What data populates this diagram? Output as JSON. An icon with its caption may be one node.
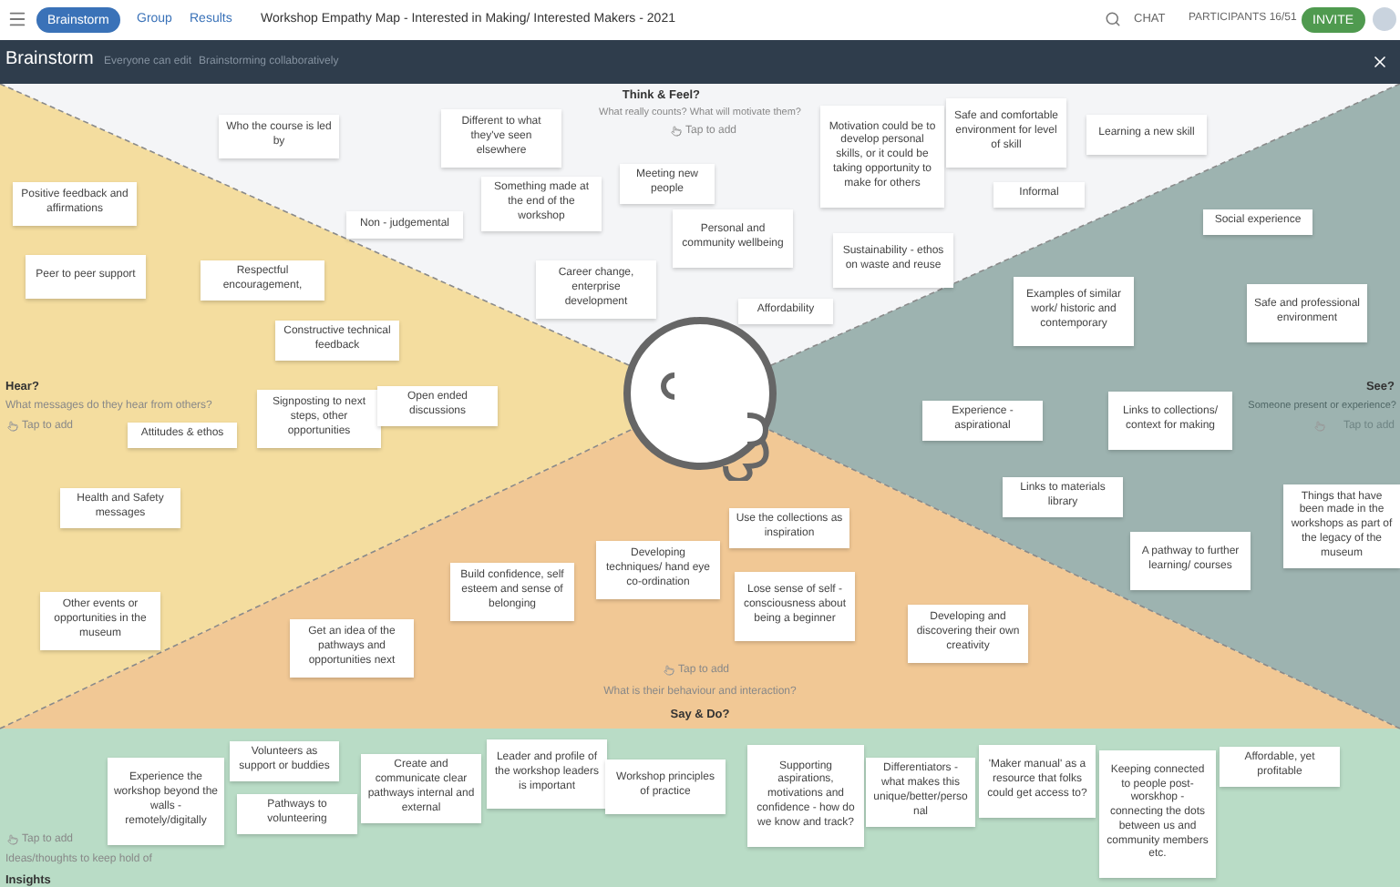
{
  "diagram": {
    "title": "Workshop Empathy Map - Interested in Making/ Interested Makers - 2021",
    "nodes": [
      {
        "text": [
          "Who the course is led by"
        ]
      },
      {
        "text": [
          "Different to what they've seen elsewhere"
        ]
      },
      {
        "text": [
          "Something made at the end of the workshop"
        ]
      },
      {
        "text": [
          "Non - judgemental"
        ]
      },
      {
        "text": [
          "Meeting new people"
        ]
      },
      {
        "text": [
          "Personal and community wellbeing"
        ]
      },
      {
        "text": [
          "Career change, enterprise development"
        ]
      },
      {
        "text": [
          "Motivation could be to develop personal skills, or it could be taking opportunity to make for others"
        ]
      },
      {
        "text": [
          "Safe and comfortable environment for level of skill"
        ]
      },
      {
        "text": [
          "Informal"
        ]
      },
      {
        "text": [
          "Learning a new skill"
        ]
      },
      {
        "text": [
          "Sustainability - ethos on waste and reuse"
        ]
      },
      {
        "text": [
          "Affordability"
        ]
      },
      {
        "text": [
          "Positive feedback and affirmations"
        ]
      },
      {
        "text": [
          "Peer to peer support"
        ]
      },
      {
        "text": [
          "Respectful encouragement,"
        ]
      },
      {
        "text": [
          "Constructive technical feedback"
        ]
      },
      {
        "text": [
          "Signposting to next steps, other opportunities"
        ]
      },
      {
        "text": [
          "Open ended discussions"
        ]
      },
      {
        "text": [
          "Attitudes & ethos"
        ]
      },
      {
        "text": [
          "Health and Safety messages"
        ]
      },
      {
        "text": [
          "Other events or opportunities in the museum"
        ]
      },
      {
        "text": [
          "Get an idea of the pathways and opportunities next"
        ]
      },
      {
        "text": [
          "Build confidence, self esteem and sense of belonging"
        ]
      },
      {
        "text": [
          "Developing techniques/ hand eye co-ordination"
        ]
      },
      {
        "text": [
          "Use the collections as inspiration"
        ]
      },
      {
        "text": [
          "Lose sense of self - consciousness about being a beginner"
        ]
      },
      {
        "text": [
          "Developing and discovering their own creativity"
        ]
      },
      {
        "text": [
          "Social experience"
        ]
      },
      {
        "text": [
          "Examples of similar work/ historic and contemporary"
        ]
      },
      {
        "text": [
          "Safe and professional environment"
        ]
      },
      {
        "text": [
          "Experience - aspirational"
        ]
      },
      {
        "text": [
          "Links to collections/ context for making"
        ]
      },
      {
        "text": [
          "Links to materials library"
        ]
      },
      {
        "text": [
          "A pathway to further learning/ courses"
        ]
      },
      {
        "text": [
          "Things that have been made in the workshops as part of the legacy of the museum"
        ]
      },
      {
        "text": [
          "Experience the workshop beyond the walls - remotely/digitally"
        ]
      },
      {
        "text": [
          "Volunteers as support or buddies"
        ]
      },
      {
        "text": [
          "Pathways to volunteering"
        ]
      },
      {
        "text": [
          "Create and communicate clear pathways internal and external"
        ]
      },
      {
        "text": [
          "Leader and profile of the workshop leaders is important"
        ]
      },
      {
        "text": [
          "Workshop principles of practice"
        ]
      },
      {
        "text": [
          "Supporting aspirations, motivations and confidence - how do we know and track?"
        ]
      },
      {
        "text": [
          "Differentiators - what makes this unique/better/personal"
        ]
      },
      {
        "text": [
          "'Maker manual' as a resource that folks could get access to?"
        ]
      },
      {
        "text": [
          "Keeping connected to people post-worskhop - connecting the dots between us and community members etc."
        ]
      },
      {
        "text": [
          "Affordable, yet profitable"
        ]
      }
    ],
    "labels": [
      "Brainstorm",
      "Group",
      "Results",
      "CHAT",
      "PARTICIPANTS 16/51",
      "INVITE",
      "Brainstorm",
      "Everyone can edit",
      "Brainstorming collaboratively",
      "Think & Feel?",
      "What really counts? What will motivate them?",
      "Tap to add",
      "Hear?",
      "What messages do they hear from others?",
      "Tap to add",
      "See?",
      "Someone present or experience?",
      "Tap to add",
      "Tap to add",
      "What is their behaviour and interaction?",
      "Say & Do?",
      "Tap to add",
      "Ideas/thoughts to keep hold of",
      "Insights"
    ]
  }
}
